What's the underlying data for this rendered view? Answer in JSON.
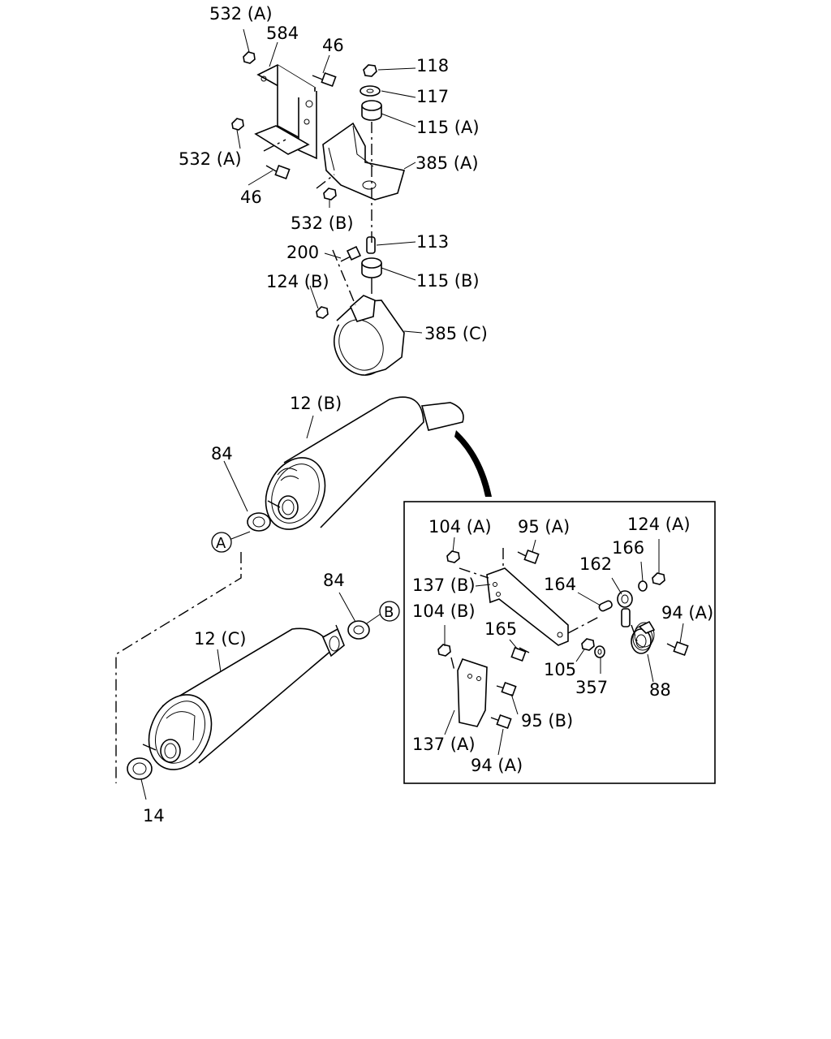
{
  "labels": {
    "p532a_top": "532 (A)",
    "p584": "584",
    "p46_top": "46",
    "p118": "118",
    "p117": "117",
    "p115a": "115 (A)",
    "p532a_left": "532 (A)",
    "p385a": "385 (A)",
    "p46_bottom": "46",
    "p532b": "532 (B)",
    "p200": "200",
    "p113": "113",
    "p124b": "124 (B)",
    "p115b": "115 (B)",
    "p385c": "385 (C)",
    "p12b": "12 (B)",
    "p84_upper": "84",
    "circle_a": "A",
    "p84_lower": "84",
    "circle_b": "B",
    "p12c": "12 (C)",
    "p14": "14"
  },
  "inset": {
    "p104a": "104 (A)",
    "p95a": "95 (A)",
    "p124a": "124 (A)",
    "p166": "166",
    "p162": "162",
    "p137b": "137 (B)",
    "p164": "164",
    "p104b": "104 (B)",
    "p94a_right": "94 (A)",
    "p165": "165",
    "p105": "105",
    "p357": "357",
    "p88": "88",
    "p95b": "95 (B)",
    "p137a": "137 (A)",
    "p94a_bottom": "94 (A)"
  }
}
